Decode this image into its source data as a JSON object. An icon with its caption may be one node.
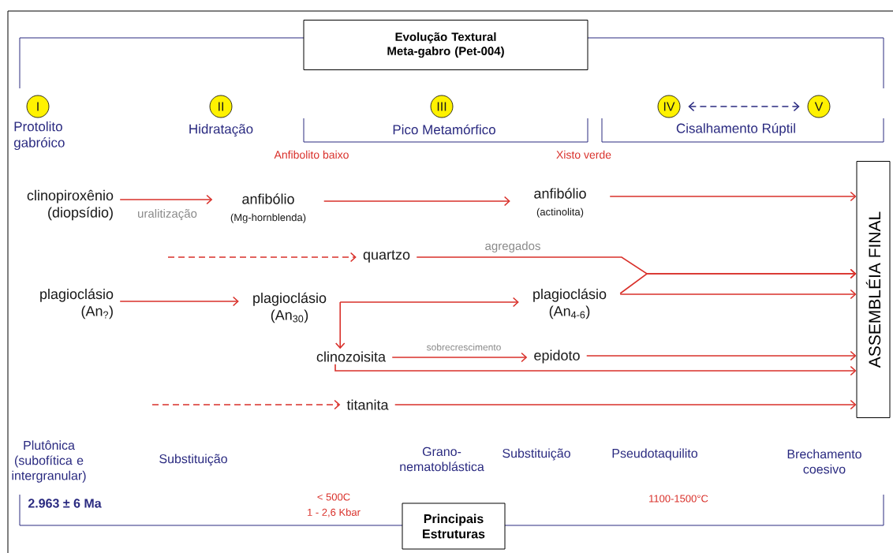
{
  "diagram": {
    "nodes": [
      {
        "text": [
          "Evolução Textural Meta-gabro (Pet-004)"
        ]
      },
      {
        "text": [
          "I"
        ],
        "beside": [
          "Protolito gabróico"
        ]
      },
      {
        "text": [
          "II"
        ],
        "beside": [
          "Hidratação"
        ]
      },
      {
        "text": [
          "III"
        ],
        "beside": [
          "Pico Metamórfico"
        ]
      },
      {
        "text": [
          "IV"
        ]
      },
      {
        "text": [
          "V"
        ]
      },
      {
        "text": [
          "clinopiroxênio (diopsídio)"
        ]
      },
      {
        "text": [
          "anfibólio",
          "(Mg-hornblenda)"
        ]
      },
      {
        "text": [
          "anfibólio",
          "(actinolita)"
        ]
      },
      {
        "text": [
          "quartzo"
        ]
      },
      {
        "text": [
          "plagioclásio (An$_{?}$)"
        ]
      },
      {
        "text": [
          "plagioclásio (An$_{30}$)"
        ]
      },
      {
        "text": [
          "plagioclásio (An$_{4-6}$)"
        ]
      },
      {
        "text": [
          "clinozoisita"
        ]
      },
      {
        "text": [
          "epidoto"
        ]
      },
      {
        "text": [
          "titanita"
        ]
      },
      {
        "text": [
          "ASSEMBLÉIA FINAL"
        ]
      },
      {
        "text": [
          "Principais Estruturas"
        ]
      }
    ],
    "edges": [
      {
        "from": 6,
        "to": 7,
        "arrow": "to",
        "label": "uralitização"
      },
      {
        "from": 7,
        "to": 8,
        "arrow": "to"
      },
      {
        "from": 8,
        "to": 16,
        "arrow": "to"
      },
      {
        "from": null,
        "to": 9,
        "arrow": "to",
        "style": "dashed"
      },
      {
        "from": 9,
        "to": 16,
        "arrow": "to",
        "label": "agregados"
      },
      {
        "from": 12,
        "to": 16,
        "arrow": "to"
      },
      {
        "from": 12,
        "to": 16,
        "arrow": "to"
      },
      {
        "from": 10,
        "to": 11,
        "arrow": "to"
      },
      {
        "from": 11,
        "to": 12,
        "arrow": "to"
      },
      {
        "from": 11,
        "to": 13,
        "arrow": "to"
      },
      {
        "from": 13,
        "to": 14,
        "arrow": "to",
        "label": "sobrecrescimento"
      },
      {
        "from": 14,
        "to": 16,
        "arrow": "to"
      },
      {
        "from": 13,
        "to": 16,
        "arrow": "to"
      },
      {
        "from": null,
        "to": 15,
        "arrow": "to",
        "style": "dashed"
      },
      {
        "from": 15,
        "to": 16,
        "arrow": "to"
      },
      {
        "from": 4,
        "to": 5,
        "arrow": "both",
        "style": "dashed",
        "color": "#2a2a80"
      }
    ],
    "labels": [
      "Cisalhamento Rúptil",
      "Anfibolito baixo",
      "Xisto verde",
      "Plutônica (subofítica e intergranular)",
      "Substituição",
      "Grano-nematoblástica",
      "Substituição",
      "Pseudotaquilito",
      "Brechamento coesivo",
      "2.963 ± 6 Ma",
      "< 500C",
      "1 - 2,6 Kbar",
      "1100-1500°C"
    ]
  }
}
